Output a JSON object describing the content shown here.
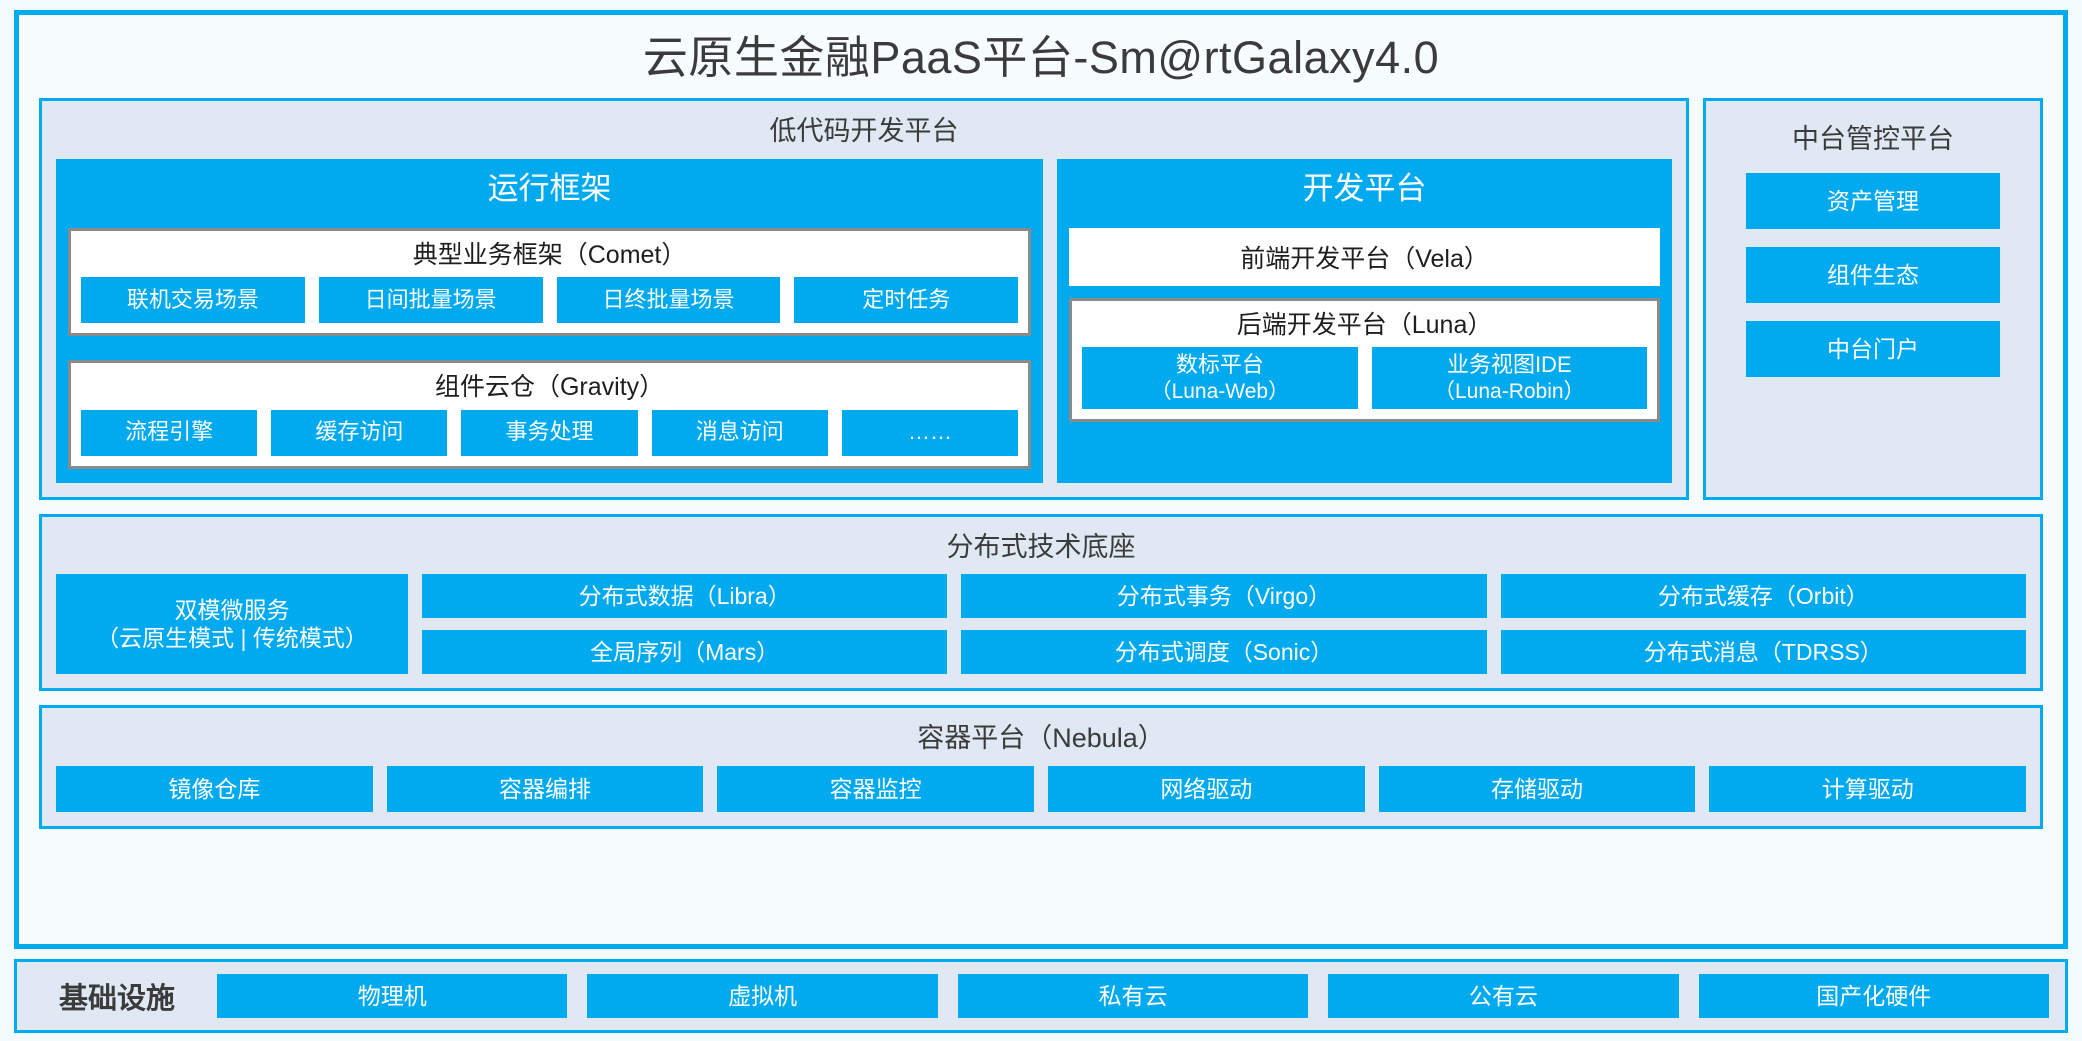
{
  "title": "云原生金融PaaS平台-Sm@rtGalaxy4.0",
  "colors": {
    "accent": "#01AAEE",
    "panel_bg": "#DFE8F3",
    "frame_bg": "#F7FCFE",
    "page_bg": "#F2FBFE",
    "card_border": "#8A8A8A",
    "text": "#3B3B3B"
  },
  "lowcode": {
    "title": "低代码开发平台",
    "runtime": {
      "title": "运行框架",
      "comet": {
        "title": "典型业务框架（Comet）",
        "items": [
          "联机交易场景",
          "日间批量场景",
          "日终批量场景",
          "定时任务"
        ]
      },
      "gravity": {
        "title": "组件云仓（Gravity）",
        "items": [
          "流程引擎",
          "缓存访问",
          "事务处理",
          "消息访问",
          "……"
        ]
      }
    },
    "devplatform": {
      "title": "开发平台",
      "frontend": "前端开发平台（Vela）",
      "backend": {
        "title": "后端开发平台（Luna）",
        "items": [
          {
            "line1": "数标平台",
            "line2": "（Luna-Web）"
          },
          {
            "line1": "业务视图IDE",
            "line2": "（Luna-Robin）"
          }
        ]
      }
    }
  },
  "midplatform": {
    "title": "中台管控平台",
    "items": [
      "资产管理",
      "组件生态",
      "中台门户"
    ]
  },
  "techbase": {
    "title": "分布式技术底座",
    "dualmode": {
      "line1": "双模微服务",
      "line2": "（云原生模式 | 传统模式）"
    },
    "columns": [
      [
        "分布式数据（Libra）",
        "全局序列（Mars）"
      ],
      [
        "分布式事务（Virgo）",
        "分布式调度（Sonic）"
      ],
      [
        "分布式缓存（Orbit）",
        "分布式消息（TDRSS）"
      ]
    ]
  },
  "container": {
    "title": "容器平台（Nebula）",
    "items": [
      "镜像仓库",
      "容器编排",
      "容器监控",
      "网络驱动",
      "存储驱动",
      "计算驱动"
    ]
  },
  "infrastructure": {
    "label": "基础设施",
    "items": [
      "物理机",
      "虚拟机",
      "私有云",
      "公有云",
      "国产化硬件"
    ]
  }
}
